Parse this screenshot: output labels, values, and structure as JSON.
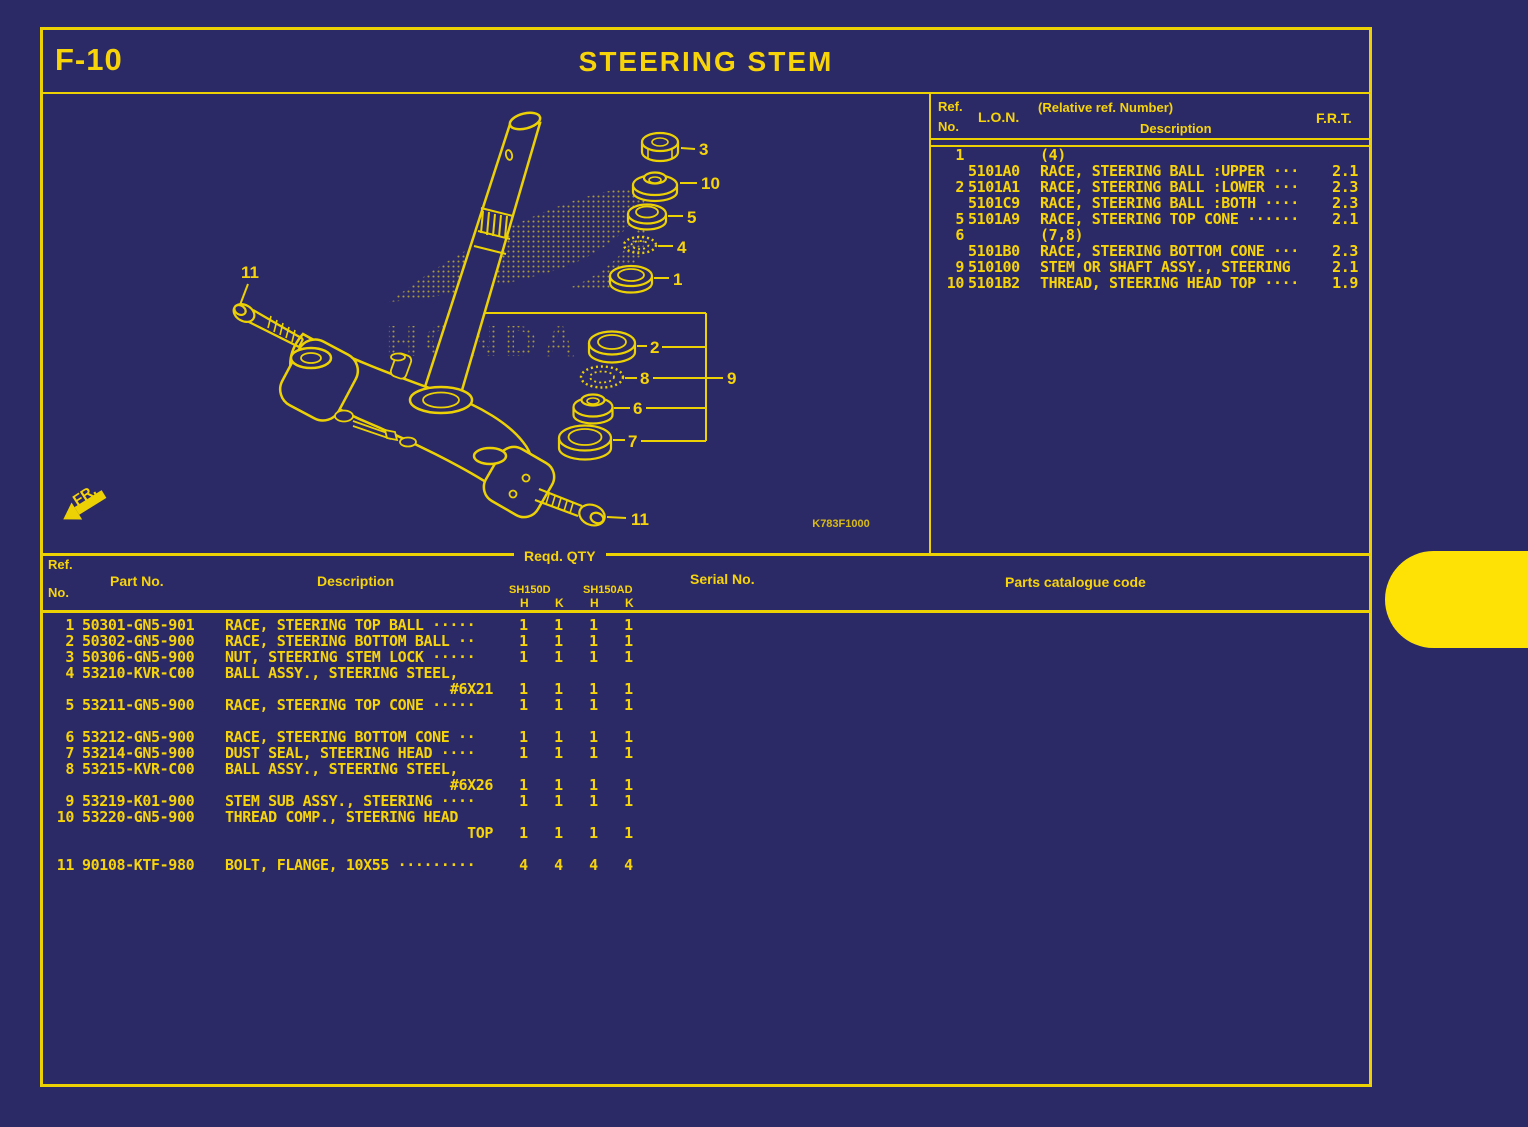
{
  "page": {
    "code": "F-10",
    "title": "STEERING STEM"
  },
  "colors": {
    "background": "#2b2a67",
    "line": "#ecd105",
    "text": "#f7d40a",
    "tab": "#ffe205"
  },
  "diagram": {
    "watermark": "HONDA",
    "drawing_code": "K783F1000",
    "fr_label": "FR.",
    "callouts": {
      "c1": "1",
      "c2": "2",
      "c3": "3",
      "c4": "4",
      "c5": "5",
      "c6": "6",
      "c7": "7",
      "c8": "8",
      "c9": "9",
      "c10": "10",
      "c11a": "11",
      "c11b": "11"
    }
  },
  "ref_table": {
    "headers": {
      "ref": "Ref.",
      "no": "No.",
      "lon": "L.O.N.",
      "relative": "(Relative ref. Number)",
      "description": "Description",
      "frt": "F.R.T."
    },
    "rows": [
      {
        "no": "1",
        "lon": "",
        "desc": "(4)",
        "frt": ""
      },
      {
        "no": "",
        "lon": "5101A0",
        "desc": "RACE, STEERING BALL :UPPER ···",
        "frt": "2.1"
      },
      {
        "no": "2",
        "lon": "5101A1",
        "desc": "RACE, STEERING BALL :LOWER ···",
        "frt": "2.3"
      },
      {
        "no": "",
        "lon": "5101C9",
        "desc": "RACE, STEERING BALL :BOTH ····",
        "frt": "2.3"
      },
      {
        "no": "5",
        "lon": "5101A9",
        "desc": "RACE, STEERING TOP CONE ······",
        "frt": "2.1"
      },
      {
        "no": "6",
        "lon": "",
        "desc": "(7,8)",
        "frt": ""
      },
      {
        "no": "",
        "lon": "5101B0",
        "desc": "RACE, STEERING BOTTOM CONE ···",
        "frt": "2.3"
      },
      {
        "no": "9",
        "lon": "510100",
        "desc": "STEM OR SHAFT ASSY., STEERING",
        "frt": "2.1"
      },
      {
        "no": "10",
        "lon": "5101B2",
        "desc": "THREAD, STEERING HEAD TOP ····",
        "frt": "1.9"
      }
    ]
  },
  "parts_table": {
    "headers": {
      "ref": "Ref.",
      "no": "No.",
      "part_no": "Part No.",
      "description": "Description",
      "reqd_qty": "Reqd. QTY",
      "model_1": "SH150D",
      "model_2": "SH150AD",
      "qty_cols": [
        "H",
        "K",
        "H",
        "K"
      ],
      "serial_no": "Serial No.",
      "catalogue_code": "Parts catalogue code"
    },
    "rows": [
      {
        "ref": "1",
        "part": "50301-GN5-901",
        "desc": "RACE, STEERING TOP BALL ·····",
        "descr": "",
        "q1": "1",
        "q2": "1",
        "q3": "1",
        "q4": "1"
      },
      {
        "ref": "2",
        "part": "50302-GN5-900",
        "desc": "RACE, STEERING BOTTOM BALL ··",
        "descr": "",
        "q1": "1",
        "q2": "1",
        "q3": "1",
        "q4": "1"
      },
      {
        "ref": "3",
        "part": "50306-GN5-900",
        "desc": "NUT, STEERING STEM LOCK ·····",
        "descr": "",
        "q1": "1",
        "q2": "1",
        "q3": "1",
        "q4": "1"
      },
      {
        "ref": "4",
        "part": "53210-KVR-C00",
        "desc": "BALL ASSY., STEERING STEEL,",
        "descr": "",
        "q1": "",
        "q2": "",
        "q3": "",
        "q4": ""
      },
      {
        "ref": "",
        "part": "",
        "desc": "",
        "descr": "#6X21",
        "q1": "1",
        "q2": "1",
        "q3": "1",
        "q4": "1"
      },
      {
        "ref": "5",
        "part": "53211-GN5-900",
        "desc": "RACE, STEERING TOP CONE ·····",
        "descr": "",
        "q1": "1",
        "q2": "1",
        "q3": "1",
        "q4": "1"
      },
      {
        "ref": "",
        "part": "",
        "desc": "",
        "descr": "",
        "q1": "",
        "q2": "",
        "q3": "",
        "q4": ""
      },
      {
        "ref": "6",
        "part": "53212-GN5-900",
        "desc": "RACE, STEERING BOTTOM CONE ··",
        "descr": "",
        "q1": "1",
        "q2": "1",
        "q3": "1",
        "q4": "1"
      },
      {
        "ref": "7",
        "part": "53214-GN5-900",
        "desc": "DUST SEAL, STEERING HEAD ····",
        "descr": "",
        "q1": "1",
        "q2": "1",
        "q3": "1",
        "q4": "1"
      },
      {
        "ref": "8",
        "part": "53215-KVR-C00",
        "desc": "BALL ASSY., STEERING STEEL,",
        "descr": "",
        "q1": "",
        "q2": "",
        "q3": "",
        "q4": ""
      },
      {
        "ref": "",
        "part": "",
        "desc": "",
        "descr": "#6X26",
        "q1": "1",
        "q2": "1",
        "q3": "1",
        "q4": "1"
      },
      {
        "ref": "9",
        "part": "53219-K01-900",
        "desc": "STEM SUB ASSY., STEERING ····",
        "descr": "",
        "q1": "1",
        "q2": "1",
        "q3": "1",
        "q4": "1"
      },
      {
        "ref": "10",
        "part": "53220-GN5-900",
        "desc": "THREAD COMP., STEERING HEAD",
        "descr": "",
        "q1": "",
        "q2": "",
        "q3": "",
        "q4": ""
      },
      {
        "ref": "",
        "part": "",
        "desc": "",
        "descr": "TOP",
        "q1": "1",
        "q2": "1",
        "q3": "1",
        "q4": "1"
      },
      {
        "ref": "",
        "part": "",
        "desc": "",
        "descr": "",
        "q1": "",
        "q2": "",
        "q3": "",
        "q4": ""
      },
      {
        "ref": "11",
        "part": "90108-KTF-980",
        "desc": "BOLT, FLANGE, 10X55 ·········",
        "descr": "",
        "q1": "4",
        "q2": "4",
        "q3": "4",
        "q4": "4"
      }
    ]
  }
}
